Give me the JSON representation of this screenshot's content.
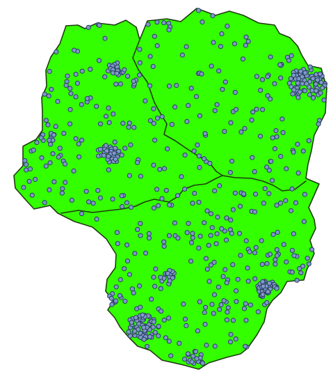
{
  "map": {
    "land_color": "#33ff00",
    "border_color": "#1f3a10",
    "point_fill": "#7f99c7",
    "point_stroke": "#2a3d62",
    "regions": [
      "north-west",
      "north-east",
      "south"
    ],
    "point_count_estimate": 700
  }
}
